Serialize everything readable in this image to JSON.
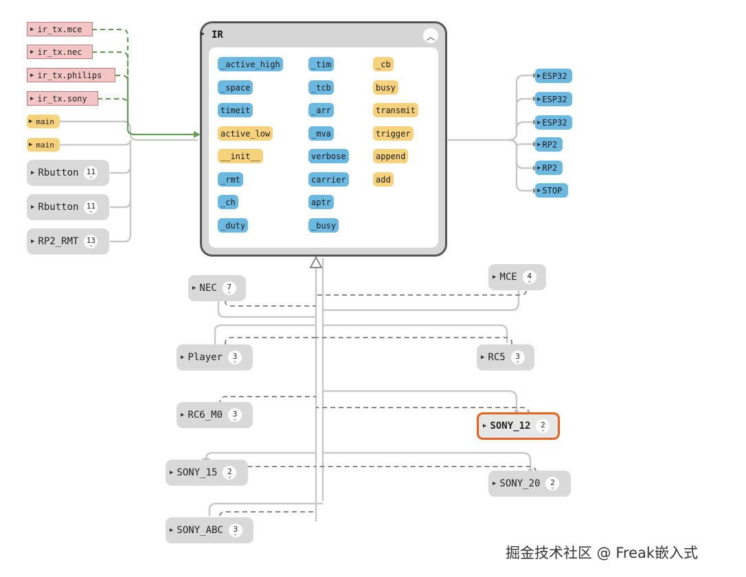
{
  "main_class": {
    "name": "IR",
    "collapse_icon": "chevron-up-icon",
    "members_col1": [
      "_active_high",
      "_space",
      "timeit",
      "active_low",
      "__init__",
      "_rmt",
      "_ch",
      "_duty"
    ],
    "members_col1_kind": [
      "attr",
      "attr",
      "attr",
      "method",
      "method",
      "attr",
      "attr",
      "attr"
    ],
    "members_col2": [
      "_tim",
      "_tcb",
      "_arr",
      "_mva",
      "verbose",
      "carrier",
      "aptr",
      "_busy"
    ],
    "members_col3": [
      "_cb",
      "busy",
      "transmit",
      "trigger",
      "append",
      "add"
    ]
  },
  "modules": [
    "ir_tx.mce",
    "ir_tx.nec",
    "ir_tx.philips",
    "ir_tx.sony"
  ],
  "functions": [
    "main",
    "main"
  ],
  "left_classes": [
    {
      "name": "Rbutton",
      "count": "11"
    },
    {
      "name": "Rbutton",
      "count": "11"
    },
    {
      "name": "RP2_RMT",
      "count": "13"
    }
  ],
  "externals": [
    "ESP32",
    "ESP32",
    "ESP32",
    "RP2",
    "RP2",
    "STOP"
  ],
  "subclasses": {
    "nec": {
      "name": "NEC",
      "count": "7"
    },
    "mce": {
      "name": "MCE",
      "count": "4"
    },
    "player": {
      "name": "Player",
      "count": "3"
    },
    "rc5": {
      "name": "RC5",
      "count": "3"
    },
    "rc6": {
      "name": "RC6_M0",
      "count": "3"
    },
    "sony12": {
      "name": "SONY_12",
      "count": "2"
    },
    "sony15": {
      "name": "SONY_15",
      "count": "2"
    },
    "sony20": {
      "name": "SONY_20",
      "count": "2"
    },
    "sonyabc": {
      "name": "SONY_ABC",
      "count": "3"
    }
  },
  "colors": {
    "module": "#f3c5c5",
    "function": "#f6d27c",
    "class": "#d9d9d9",
    "external": "#6bb8e1",
    "selected_border": "#e8601c",
    "import_edge": "#6a9a5a",
    "edge": "#c8c8c8",
    "dashed_edge": "#8a8a8a"
  },
  "watermark": "掘金技术社区 @ Freak嵌入式"
}
